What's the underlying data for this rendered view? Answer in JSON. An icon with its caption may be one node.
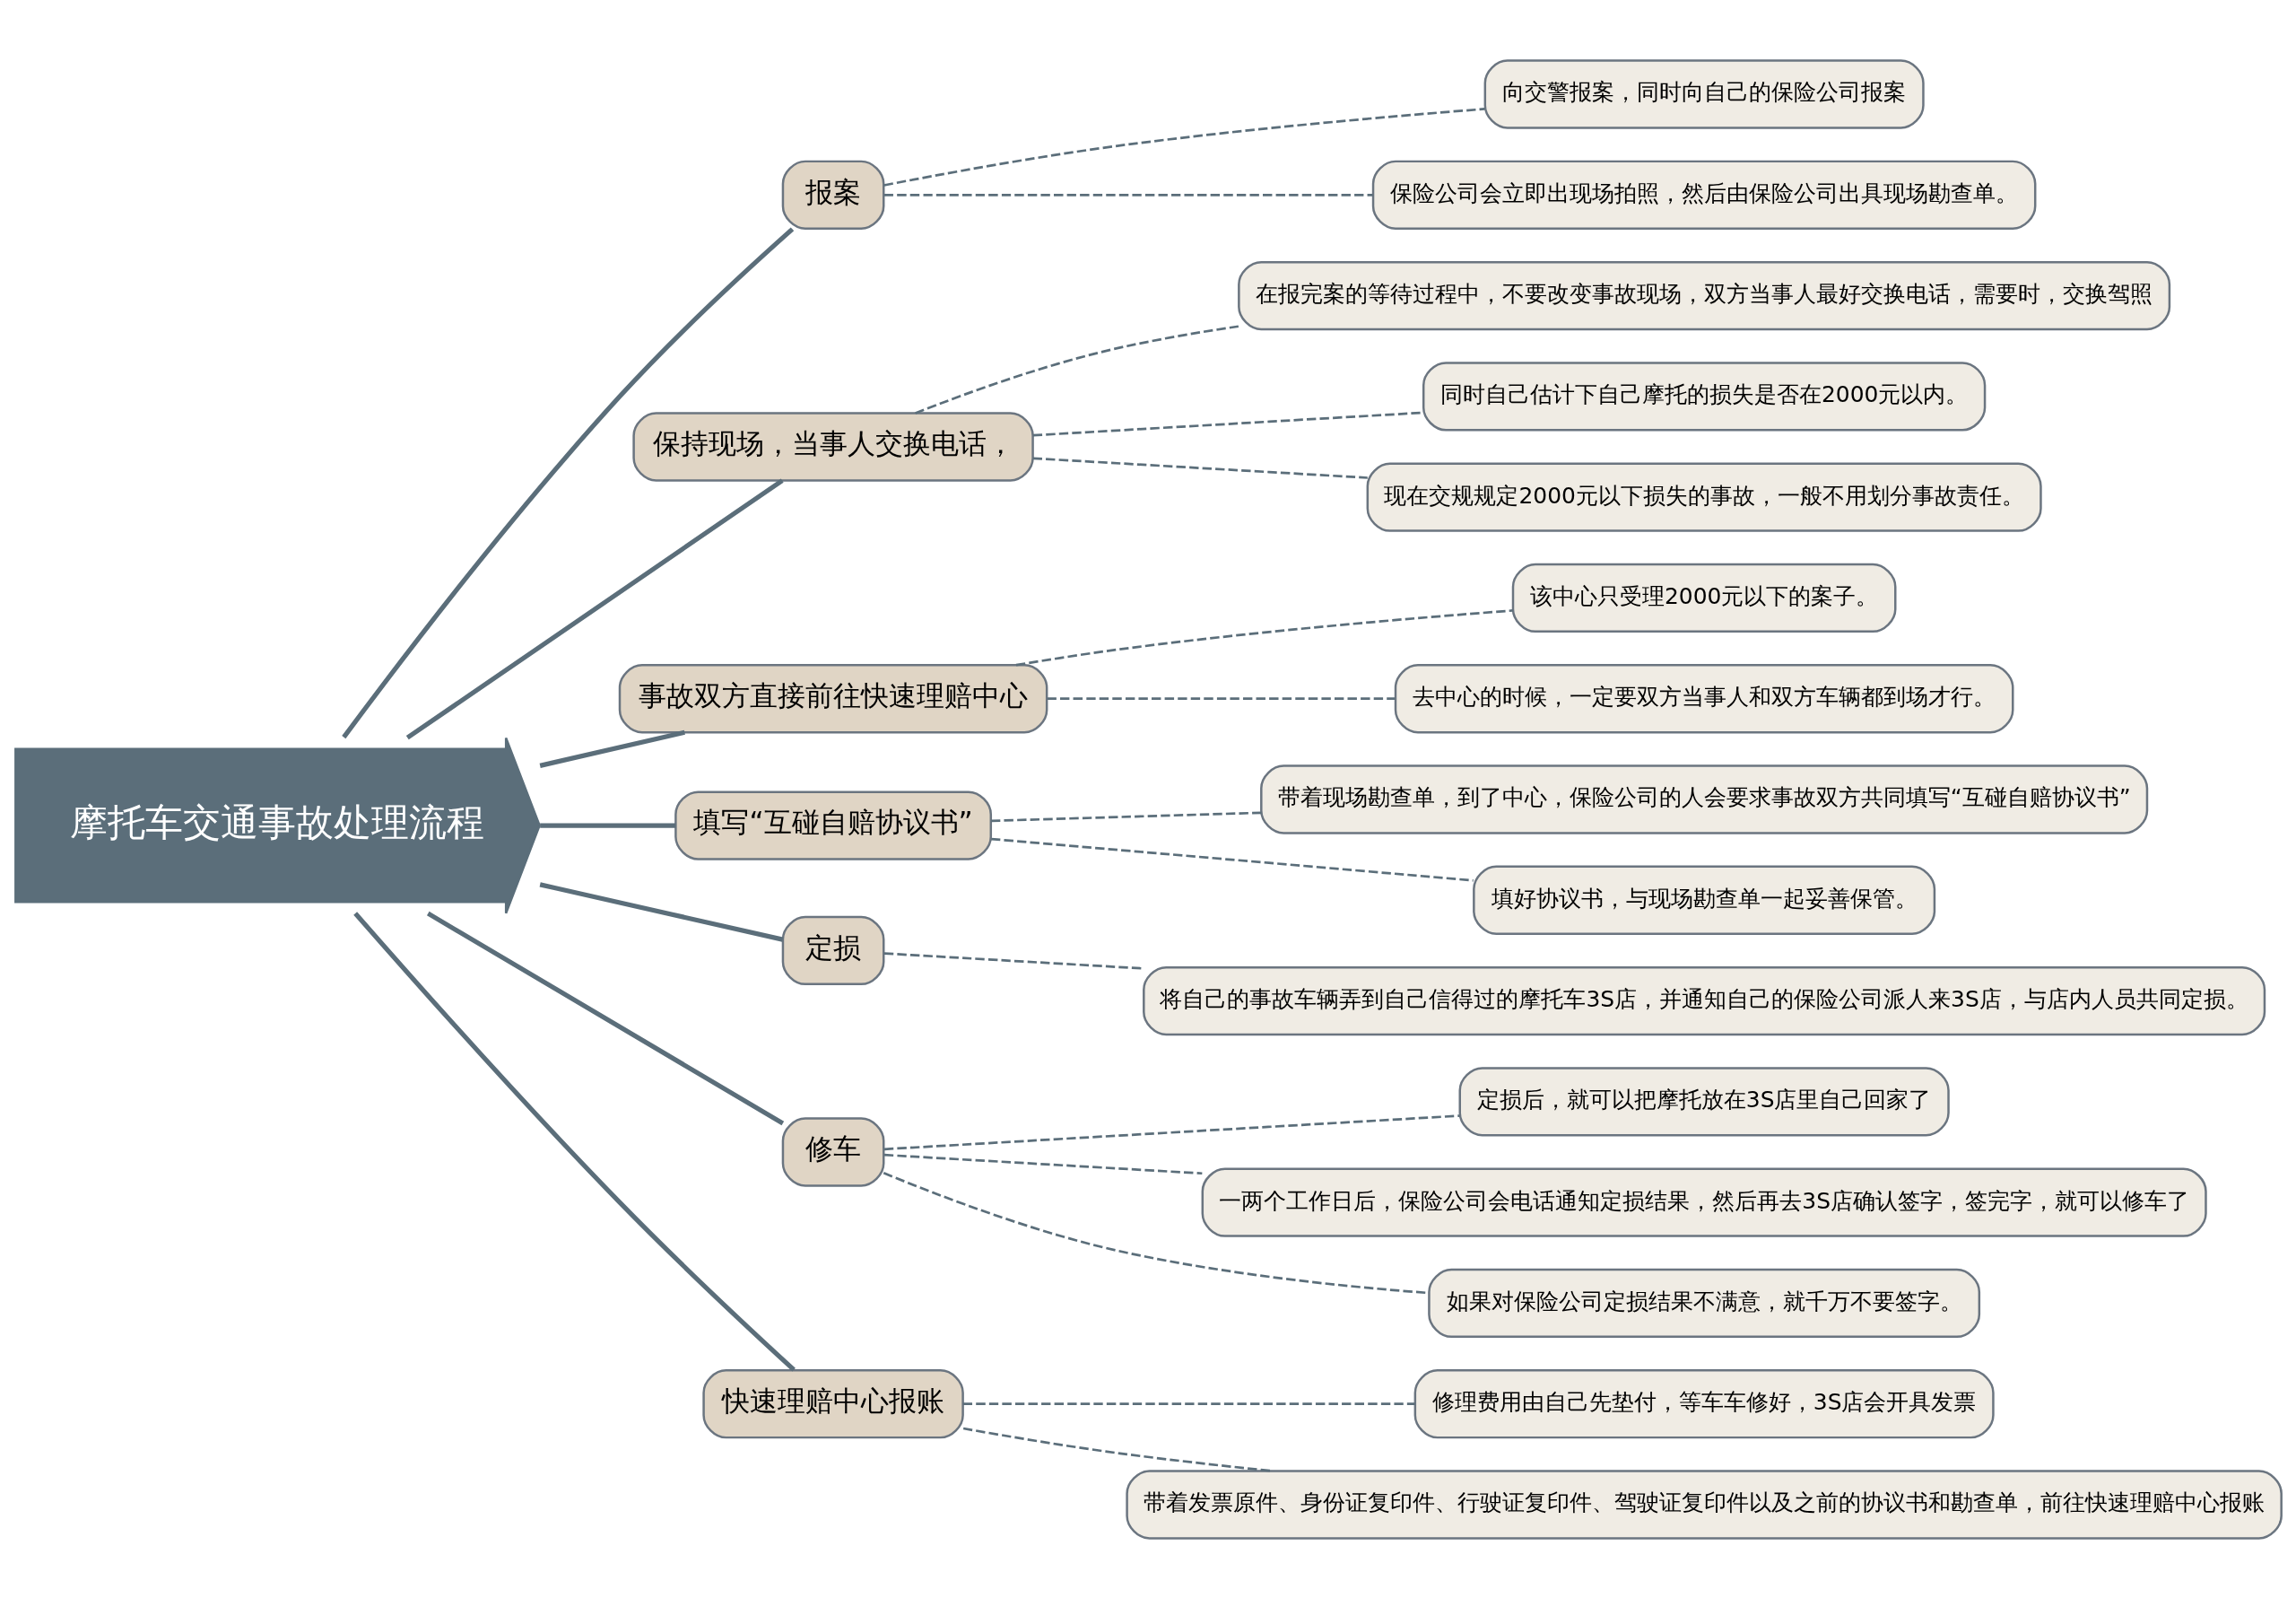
{
  "diagram": {
    "nodes": [
      {
        "text": [
          "摩托车交通事故处理流程"
        ]
      },
      {
        "text": [
          "报案"
        ]
      },
      {
        "text": [
          "向交警报案，同时向自己的保险公司报案"
        ]
      },
      {
        "text": [
          "保险公司会立即出现场拍照，然后由保险公司出具现场勘查单。"
        ]
      },
      {
        "text": [
          "保持现场，当事人交换电话，"
        ]
      },
      {
        "text": [
          "在报完案的等待过程中，不要改变事故现场，双方当事人最好交换电话，需要时，交换驾照"
        ]
      },
      {
        "text": [
          "同时自己估计下自己摩托的损失是否在2000元以内。"
        ]
      },
      {
        "text": [
          "现在交规规定2000元以下损失的事故，一般不用划分事故责任。"
        ]
      },
      {
        "text": [
          "事故双方直接前往快速理赔中心"
        ]
      },
      {
        "text": [
          "该中心只受理2000元以下的案子。"
        ]
      },
      {
        "text": [
          "去中心的时候，一定要双方当事人和双方车辆都到场才行。"
        ]
      },
      {
        "text": [
          "填写“互碰自赔协议书”"
        ]
      },
      {
        "text": [
          "带着现场勘查单，到了中心，保险公司的人会要求事故双方共同填写“互碰自赔协议书”"
        ]
      },
      {
        "text": [
          "填好协议书，与现场勘查单一起妥善保管。"
        ]
      },
      {
        "text": [
          "定损"
        ]
      },
      {
        "text": [
          "将自己的事故车辆弄到自己信得过的摩托车3S店，并通知自己的保险公司派人来3S店，与店内人员共同定损。"
        ]
      },
      {
        "text": [
          "修车"
        ]
      },
      {
        "text": [
          "定损后，就可以把摩托放在3S店里自己回家了"
        ]
      },
      {
        "text": [
          "一两个工作日后，保险公司会电话通知定损结果，然后再去3S店确认签字，签完字，就可以修车了"
        ]
      },
      {
        "text": [
          "如果对保险公司定损结果不满意，就千万不要签字。"
        ]
      },
      {
        "text": [
          "快速理赔中心报账"
        ]
      },
      {
        "text": [
          "修理费用由自己先垫付，等车车修好，3S店会开具发票"
        ]
      },
      {
        "text": [
          "带着发票原件、身份证复印件、行驶证复印件、驾驶证复印件以及之前的协议书和勘查单，前往快速理赔中心报账"
        ]
      }
    ],
    "edges": [
      {
        "from": 0,
        "to": 1,
        "arrow": "none"
      },
      {
        "from": 0,
        "to": 4,
        "arrow": "none"
      },
      {
        "from": 0,
        "to": 8,
        "arrow": "none"
      },
      {
        "from": 0,
        "to": 11,
        "arrow": "none"
      },
      {
        "from": 0,
        "to": 14,
        "arrow": "none"
      },
      {
        "from": 0,
        "to": 16,
        "arrow": "none"
      },
      {
        "from": 0,
        "to": 20,
        "arrow": "none"
      },
      {
        "from": 1,
        "to": 2,
        "arrow": "none",
        "style": "dashed"
      },
      {
        "from": 1,
        "to": 3,
        "arrow": "none",
        "style": "dashed"
      },
      {
        "from": 4,
        "to": 5,
        "arrow": "none",
        "style": "dashed"
      },
      {
        "from": 4,
        "to": 6,
        "arrow": "none",
        "style": "dashed"
      },
      {
        "from": 4,
        "to": 7,
        "arrow": "none",
        "style": "dashed"
      },
      {
        "from": 8,
        "to": 9,
        "arrow": "none",
        "style": "dashed"
      },
      {
        "from": 8,
        "to": 10,
        "arrow": "none",
        "style": "dashed"
      },
      {
        "from": 11,
        "to": 12,
        "arrow": "none",
        "style": "dashed"
      },
      {
        "from": 11,
        "to": 13,
        "arrow": "none",
        "style": "dashed"
      },
      {
        "from": 14,
        "to": 15,
        "arrow": "none",
        "style": "dashed"
      },
      {
        "from": 16,
        "to": 17,
        "arrow": "none",
        "style": "dashed"
      },
      {
        "from": 16,
        "to": 18,
        "arrow": "none",
        "style": "dashed"
      },
      {
        "from": 16,
        "to": 19,
        "arrow": "none",
        "style": "dashed"
      },
      {
        "from": 20,
        "to": 21,
        "arrow": "none",
        "style": "dashed"
      },
      {
        "from": 20,
        "to": 22,
        "arrow": "none",
        "style": "dashed"
      }
    ]
  }
}
